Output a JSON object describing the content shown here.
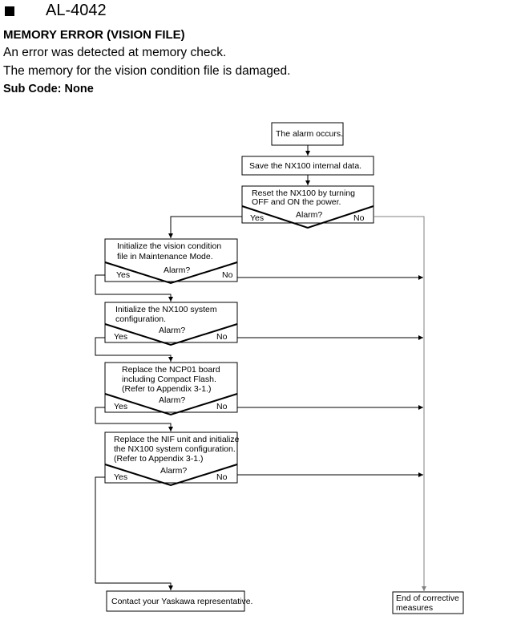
{
  "header": {
    "code": "AL-4042",
    "title": "MEMORY ERROR (VISION FILE)",
    "line1": "An error was detected at memory check.",
    "line2": "The memory for the vision condition file is damaged.",
    "sub_code": "Sub Code: None"
  },
  "flow": {
    "start": "The alarm occurs.",
    "save": "Save the NX100 internal data.",
    "reset": [
      "Reset the NX100 by turning",
      "OFF and ON the power."
    ],
    "init_vision": [
      "Initialize the vision condition",
      "file in Maintenance Mode."
    ],
    "init_system": [
      "Initialize the NX100 system",
      "configuration."
    ],
    "replace_ncp": [
      "Replace the NCP01 board",
      "including Compact Flash.",
      "(Refer to Appendix 3-1.)"
    ],
    "replace_nif": [
      "Replace the NIF unit and initialize",
      "the NX100 system configuration.",
      "(Refer to Appendix 3-1.)"
    ],
    "contact": "Contact your Yaskawa representative.",
    "end": [
      "End of corrective",
      "measures"
    ],
    "alarm_q": "Alarm?",
    "yes": "Yes",
    "no": "No"
  }
}
